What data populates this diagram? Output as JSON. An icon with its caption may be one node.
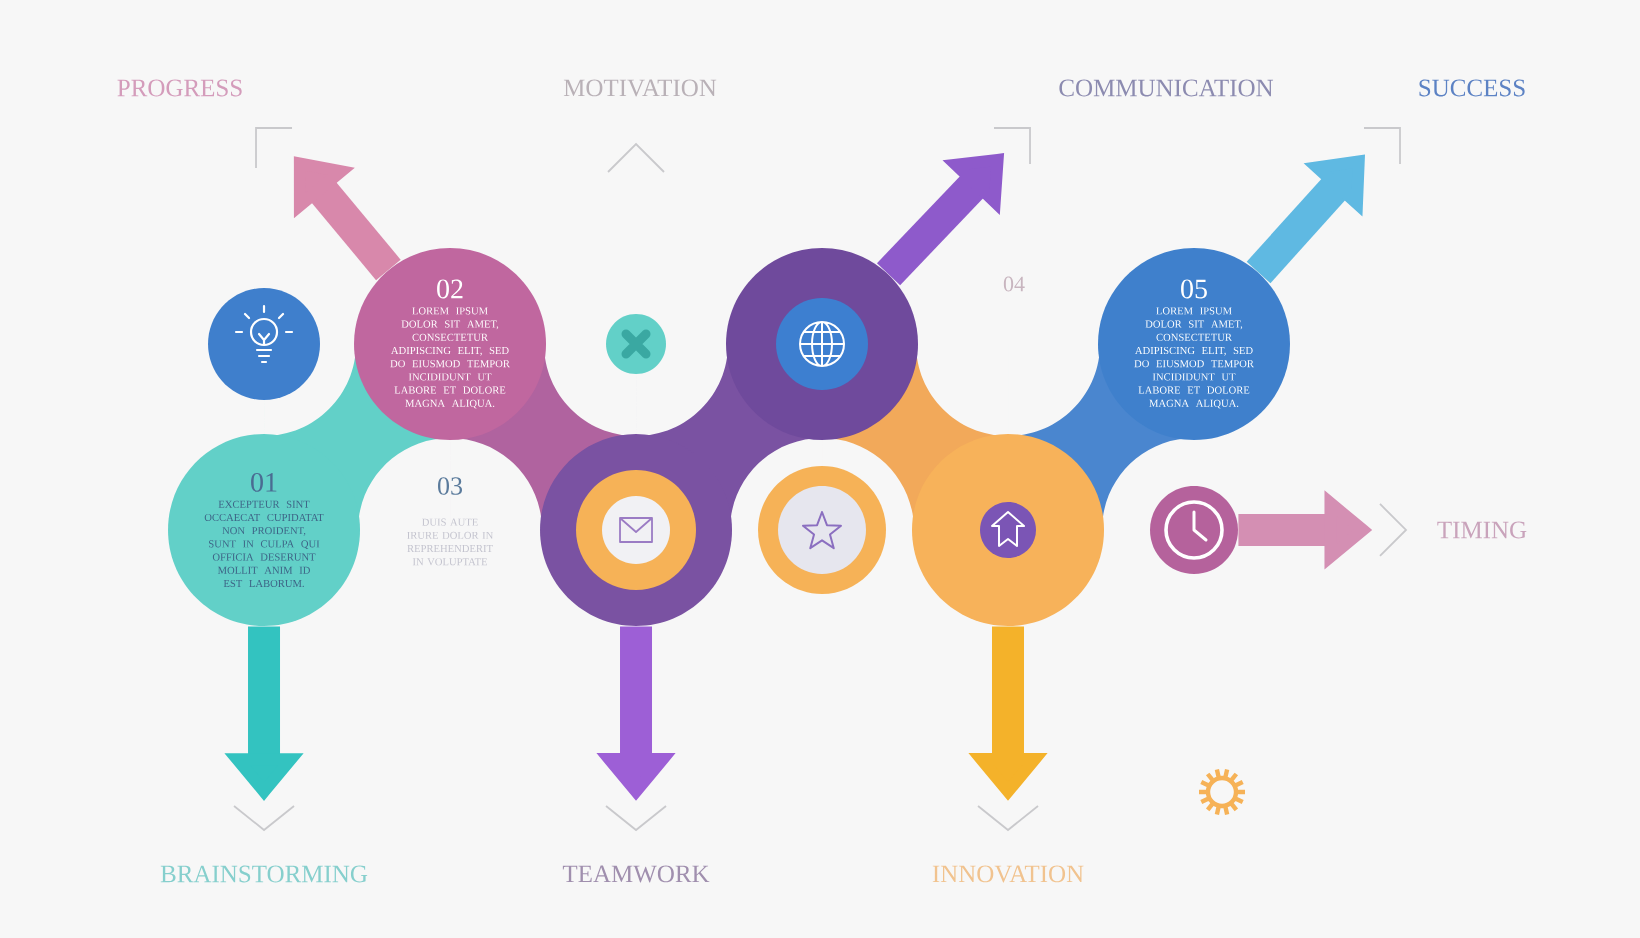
{
  "diagram": {
    "nodes": [
      {
        "text": [
          "PROGRESS"
        ]
      },
      {
        "text": [
          "COMMUNICATION"
        ]
      },
      {
        "text": [
          "SUCCESS"
        ]
      },
      {
        "text": [],
        "shape": "circle"
      },
      {
        "text": [
          "02",
          "LOREM IPSUM DOLOR SIT AMET, CONSECTETUR ADIPISCING ELIT, SED DO EIUSMOD TEMPOR INCIDIDUNT UT LABORE ET DOLORE MAGNA ALIQUA."
        ]
      },
      {
        "text": [],
        "shape": "circle"
      },
      {
        "text": [],
        "shape": "circle"
      },
      {
        "text": [
          "05",
          "LOREM IPSUM DOLOR SIT AMET, CONSECTETUR ADIPISCING ELIT, SED DO EIUSMOD TEMPOR INCIDIDUNT UT LABORE ET DOLORE MAGNA ALIQUA."
        ]
      },
      {
        "text": [
          "01",
          "EXCEPTEUR SINT OCCAECAT CUPIDATAT NON PROIDENT, SUNT IN CULPA QUI OFFICIA DESERUNT MOLLIT ANIM ID EST LABORUM."
        ]
      },
      {
        "text": [],
        "shape": "circle"
      },
      {
        "text": [],
        "shape": "circle"
      },
      {
        "text": [],
        "shape": "circle"
      },
      {
        "text": [],
        "shape": "circle"
      },
      {
        "text": [
          "TIMING"
        ]
      },
      {
        "text": [
          "BRAINSTORMING"
        ]
      },
      {
        "text": [
          "TEAMWORK"
        ]
      },
      {
        "text": [
          "INNOVATION"
        ]
      }
    ],
    "edges": [
      {
        "from": 4,
        "to": 0,
        "arrow": "to",
        "color": "#d888ab"
      },
      {
        "from": 6,
        "to": 1,
        "arrow": "to",
        "color": "#8e5acb"
      },
      {
        "from": 7,
        "to": 2,
        "arrow": "to",
        "color": "#5fb9e2"
      },
      {
        "from": 8,
        "to": 14,
        "arrow": "to",
        "color": "#33c3c0"
      },
      {
        "from": 9,
        "to": 15,
        "arrow": "to",
        "color": "#9d5fd6"
      },
      {
        "from": 11,
        "to": 16,
        "arrow": "to",
        "color": "#f4b22a"
      },
      {
        "from": 12,
        "to": 13,
        "arrow": "to",
        "color": "#d48fb3"
      }
    ],
    "labels": [
      "MOTIVATION",
      "04",
      "03",
      "DUIS AUTE IRURE DOLOR IN REPREHENDERIT IN VOLUPTATE"
    ]
  }
}
